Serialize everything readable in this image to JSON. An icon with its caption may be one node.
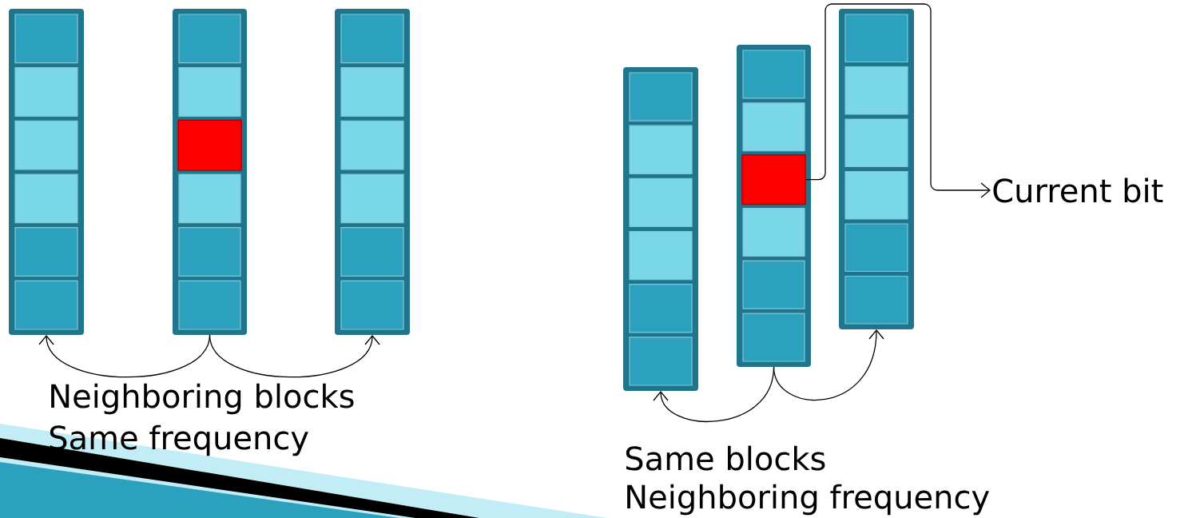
{
  "diagram": {
    "nodes": [
      {
        "text": [],
        "shape": "bar"
      },
      {
        "text": [],
        "shape": "bar"
      },
      {
        "text": [],
        "shape": "box",
        "in": 1
      },
      {
        "text": [],
        "shape": "bar"
      },
      {
        "text": [],
        "shape": "bar"
      },
      {
        "text": [],
        "shape": "bar"
      },
      {
        "text": [],
        "shape": "box",
        "in": 5
      },
      {
        "text": [],
        "shape": "bar"
      },
      {
        "text": [
          "Current bit"
        ]
      }
    ],
    "edges": [
      {
        "from": 1,
        "to": 0,
        "arrow": "to"
      },
      {
        "from": 1,
        "to": 3,
        "arrow": "to"
      },
      {
        "from": 5,
        "to": 4,
        "arrow": "to"
      },
      {
        "from": 5,
        "to": 7,
        "arrow": "to"
      },
      {
        "from": 6,
        "to": 8,
        "arrow": "to"
      }
    ],
    "labels": [
      "Neighboring blocks",
      "Same frequency",
      "Same blocks",
      "Neighboring frequency"
    ]
  }
}
